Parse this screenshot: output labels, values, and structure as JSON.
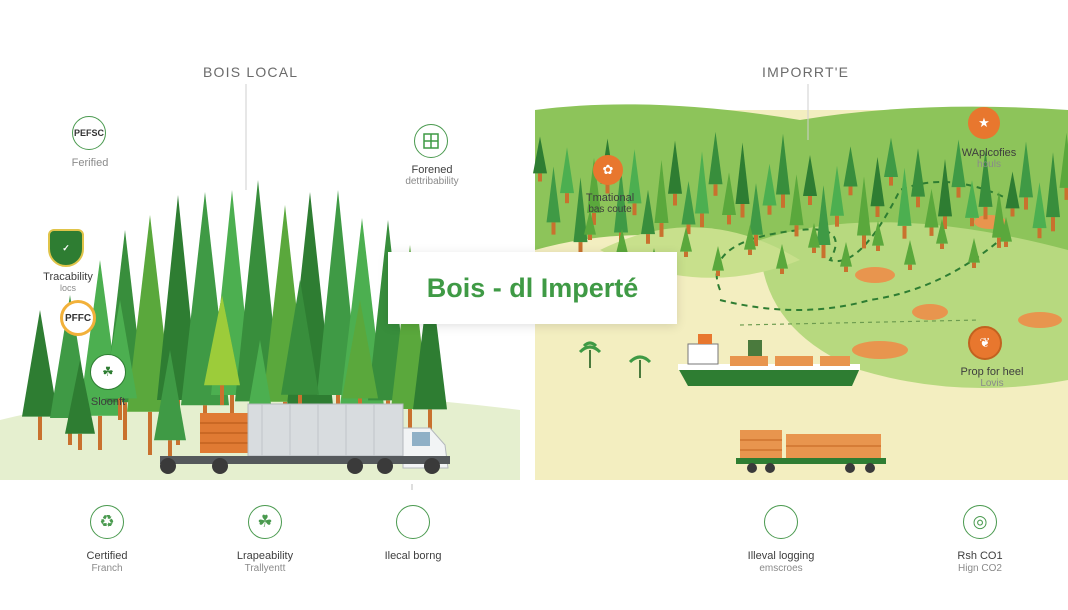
{
  "header": {
    "left_title": "BOIS LOCAL",
    "right_title": "IMPORRT'E"
  },
  "center_card": {
    "title": "Bois - dl Imperté"
  },
  "left_labels": {
    "pefc_top": "PEFSC",
    "certified": "Ferified",
    "forest_line1": "Forened",
    "forest_line2": "dettribability",
    "traceability_line1": "Tracability",
    "traceability_line2": "locs",
    "pefc_badge": "PFFC",
    "stamp": "Sloonft"
  },
  "right_labels": {
    "import_line1": "Tmational",
    "import_line2": "bas coute",
    "sign_text": "WAplcofies",
    "sign_line2": "houls",
    "prop_line1": "Prop for heel",
    "prop_line2": "Lovis"
  },
  "bottom_items": [
    {
      "icon": "recycle-icon",
      "title": "Certified",
      "sub": "Franch"
    },
    {
      "icon": "leaf-icon",
      "title": "Lrapeability",
      "sub": "Trallyentt"
    },
    {
      "icon": "circle-icon",
      "title": "Ilecal borng",
      "sub": ""
    },
    {
      "icon": "circle-icon",
      "title": "Illeval logging",
      "sub": "emscroes"
    },
    {
      "icon": "globe-icon",
      "title": "Rsh CO1",
      "sub": "Hign CO2"
    }
  ],
  "colors": {
    "forest_green": "#3f9a45",
    "dark_green": "#2e7d32",
    "accent_orange": "#e8772e",
    "sand": "#f3eec0",
    "light_green": "#b7d97f"
  }
}
